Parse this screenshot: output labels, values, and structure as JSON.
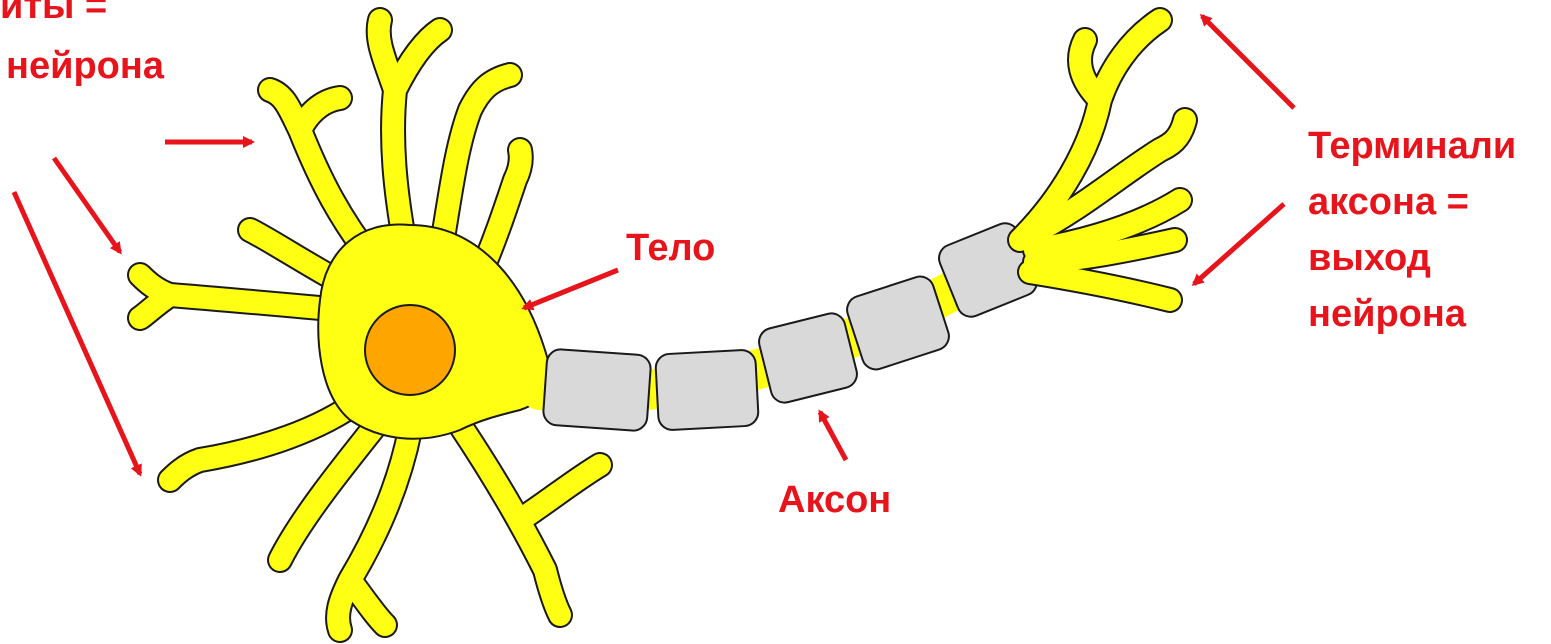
{
  "labels": {
    "dendrites_line1": "иты =",
    "dendrites_line2": "нейрона",
    "body": "Тело",
    "axon": "Аксон",
    "terminals_line1": "Терминали",
    "terminals_line2": "аксона =",
    "terminals_line3": "выход",
    "terminals_line4": "нейрона"
  },
  "colors": {
    "label": "#e8141c",
    "arrow": "#e8141c",
    "cell": "#ffff14",
    "nucleus": "#ffa500",
    "myelin": "#d9d9d9",
    "outline": "#1a1a1a"
  }
}
